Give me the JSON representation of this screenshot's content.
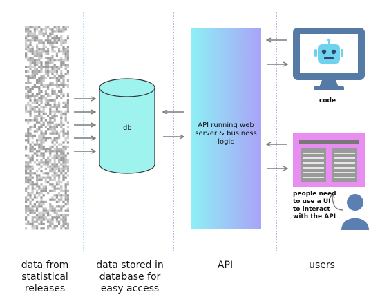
{
  "columns": {
    "data": "data from statistical releases",
    "database": "data stored in database for easy access",
    "api": "API",
    "users": "users"
  },
  "db_label": "db",
  "api_box_label": "API running web server & business logic",
  "code_label": "code",
  "ui_note": "people need to use a UI to interact with the API",
  "colors": {
    "cylinder": "#9ef3ef",
    "api_start": "#8ef0f5",
    "api_end": "#a9a3f7",
    "monitor": "#557aa5",
    "robot": "#6fd3f0",
    "ui_panel": "#e88ef0",
    "person": "#5b7fb0",
    "arrow": "#7a7a7a"
  },
  "icons": [
    "monitor-icon",
    "robot-icon",
    "ui-window-icon",
    "person-icon"
  ]
}
